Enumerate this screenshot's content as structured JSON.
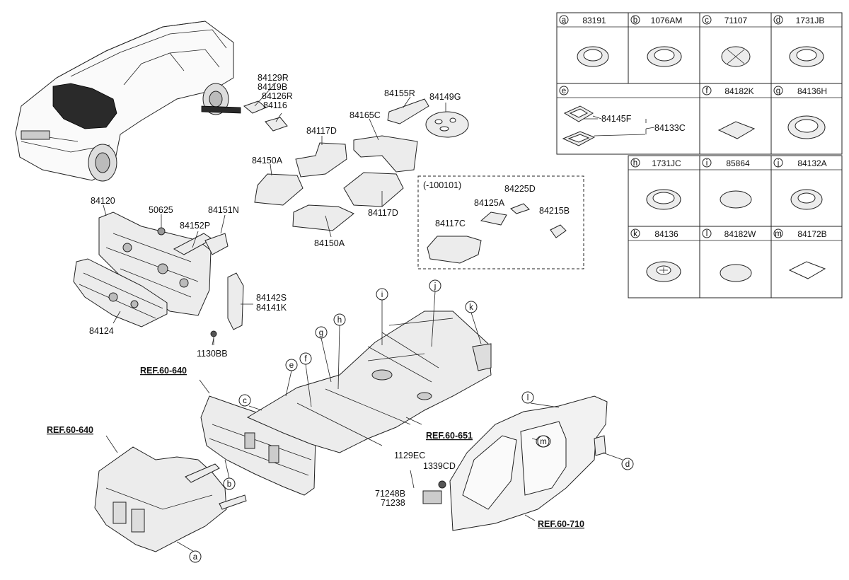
{
  "diagram": {
    "part_labels": {
      "p84129R": "84129R",
      "p84119B": "84119B",
      "p84126R": "84126R",
      "p84116": "84116",
      "p84155R": "84155R",
      "p84149G": "84149G",
      "p84165C": "84165C",
      "p84117D_a": "84117D",
      "p84117D_b": "84117D",
      "p84150A_a": "84150A",
      "p84150A_b": "84150A",
      "p84120": "84120",
      "p50625": "50625",
      "p84151N": "84151N",
      "p84152P": "84152P",
      "p84142S": "84142S",
      "p84141K": "84141K",
      "p84124": "84124",
      "p1130BB": "1130BB",
      "p1129EC": "1129EC",
      "p1339CD": "1339CD",
      "p71248B": "71248B",
      "p71238": "71238"
    },
    "variant_box": {
      "code": "(-100101)",
      "labels": {
        "p84225D": "84225D",
        "p84125A": "84125A",
        "p84215B": "84215B",
        "p84117C": "84117C"
      }
    },
    "refs": {
      "ref_640_a": "REF.60-640",
      "ref_640_b": "REF.60-640",
      "ref_651": "REF.60-651",
      "ref_710": "REF.60-710"
    },
    "callouts": [
      "a",
      "b",
      "c",
      "d",
      "e",
      "f",
      "g",
      "h",
      "i",
      "j",
      "k",
      "l",
      "m"
    ]
  },
  "legend": {
    "cells": [
      {
        "letter": "a",
        "part": "83191"
      },
      {
        "letter": "b",
        "part": "1076AM"
      },
      {
        "letter": "c",
        "part": "71107"
      },
      {
        "letter": "d",
        "part": "1731JB"
      },
      {
        "letter": "e",
        "part": ""
      },
      {
        "letter": "f",
        "part": "84182K"
      },
      {
        "letter": "g",
        "part": "84136H"
      },
      {
        "letter": "h",
        "part": "1731JC"
      },
      {
        "letter": "i",
        "part": "85864"
      },
      {
        "letter": "j",
        "part": "84132A"
      },
      {
        "letter": "k",
        "part": "84136"
      },
      {
        "letter": "l",
        "part": "84182W"
      },
      {
        "letter": "m",
        "part": "84172B"
      }
    ],
    "e_sub": {
      "p84145F": "84145F",
      "p84133C": "84133C"
    }
  }
}
